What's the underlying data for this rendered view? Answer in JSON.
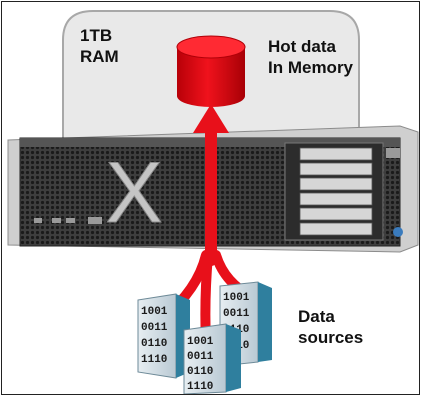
{
  "labels": {
    "memory_line1": "1TB",
    "memory_line2": "RAM",
    "hot_line1": "Hot data",
    "hot_line2": "In Memory",
    "sources_line1": "Data",
    "sources_line2": "sources"
  },
  "server_logo_letter": "X",
  "bits": [
    "1001",
    "0011",
    "0110",
    "1110"
  ],
  "icons": {
    "database": "cylinder-icon",
    "server": "rack-server-icon",
    "sources": "building-data-icon",
    "arrow": "upward-arrow-icon"
  },
  "colors": {
    "arrow_red": "#e8101a",
    "cylinder_red": "#e8101a",
    "memory_box": "#e9e9e9",
    "server_front": "#4a4a4a",
    "building": "#2f7f9e"
  }
}
